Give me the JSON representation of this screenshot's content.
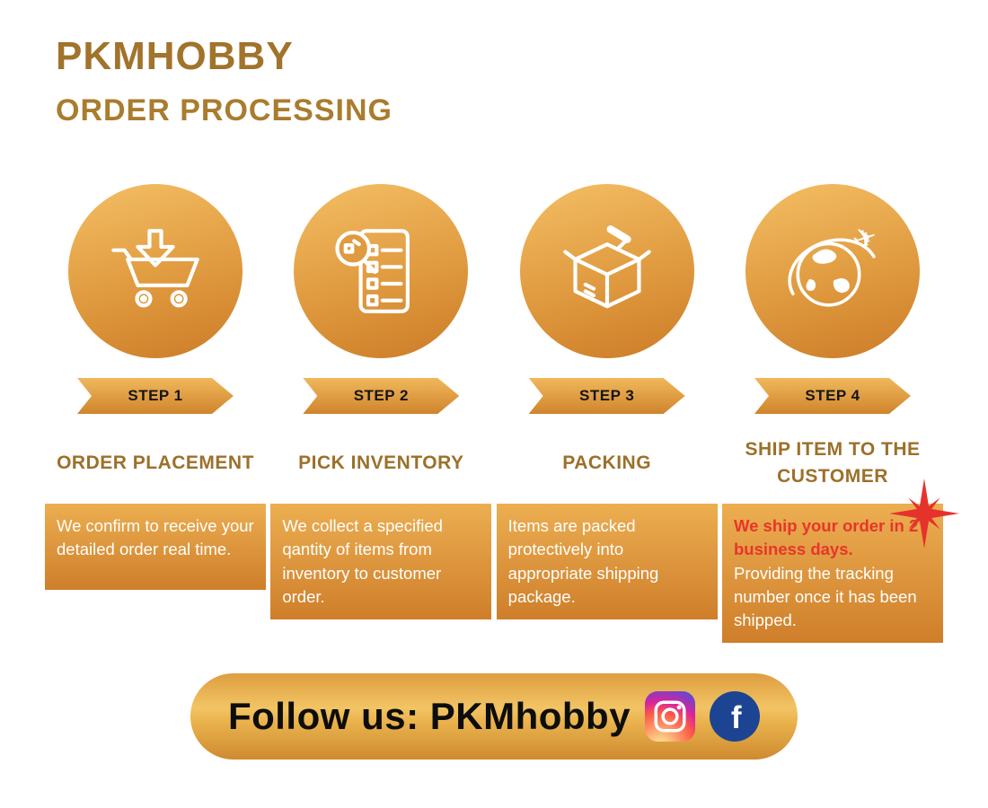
{
  "header": {
    "title": "PKMHOBBY",
    "subtitle": "ORDER PROCESSING"
  },
  "steps": [
    {
      "badge": "STEP 1",
      "title": "ORDER PLACEMENT",
      "description": "We confirm to receive your detailed order real time.",
      "icon": "cart-download-icon"
    },
    {
      "badge": "STEP 2",
      "title": "PICK INVENTORY",
      "description": "We collect a specified qantity of items from inventory to customer order.",
      "icon": "inventory-checklist-icon"
    },
    {
      "badge": "STEP 3",
      "title": "PACKING",
      "description": "Items are packed protectively into appropriate shipping package.",
      "icon": "packing-box-icon"
    },
    {
      "badge": "STEP 4",
      "title": "SHIP ITEM TO THE CUSTOMER",
      "description_highlight": "We ship your order in 2 business days.",
      "description": "Providing the tracking number once it has been shipped.",
      "icon": "globe-airplane-icon",
      "decoration": "red-starburst-icon"
    }
  ],
  "footer": {
    "follow_text": "Follow us: PKMhobby",
    "social": [
      "instagram-icon",
      "facebook-icon"
    ]
  },
  "colors": {
    "brand_text": "#A1732B",
    "gold_light": "#F2BB61",
    "gold_dark": "#CC7C27",
    "highlight_red": "#E8352C",
    "facebook_blue": "#1C4492",
    "text_white": "#FFFFFF"
  }
}
